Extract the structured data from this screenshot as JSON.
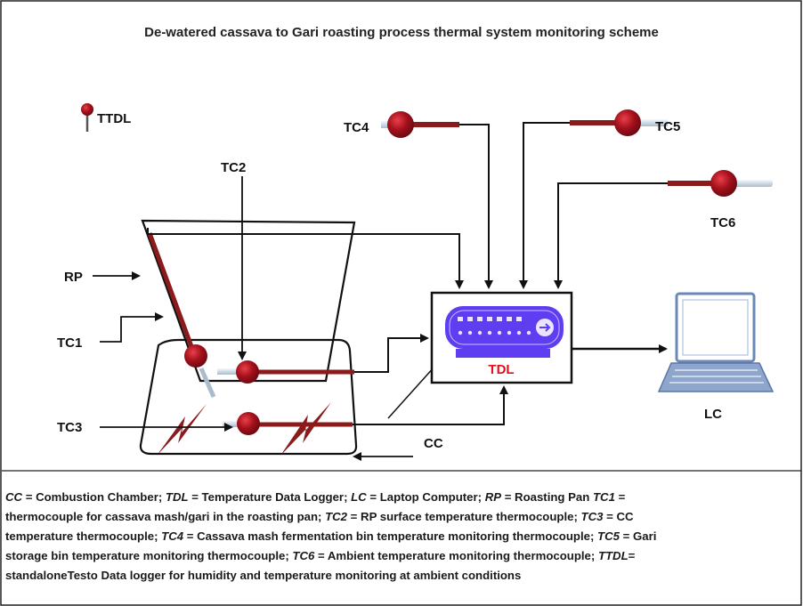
{
  "title": "De-watered cassava to Gari roasting process thermal system monitoring scheme",
  "labels": {
    "ttdl": "TTDL",
    "tc1": "TC1",
    "tc2": "TC2",
    "tc3": "TC3",
    "tc4": "TC4",
    "tc5": "TC5",
    "tc6": "TC6",
    "rp": "RP",
    "cc": "CC",
    "tdl": "TDL",
    "lc": "LC"
  },
  "legend_rows": [
    [
      {
        "term": "CC",
        "def": " = Combustion Chamber;    "
      },
      {
        "term": "TDL",
        "def": " = Temperature Data Logger;    "
      },
      {
        "term": "LC",
        "def": " = Laptop Computer; "
      },
      {
        "term": "RP",
        "def": " = Roasting Pan  "
      },
      {
        "term": "TC1",
        "def": " ="
      }
    ],
    [
      {
        "term": "",
        "def": "thermocouple for cassava mash/gari in the roasting pan;   "
      },
      {
        "term": "TC2",
        "def": " = RP surface temperature thermocouple;     "
      },
      {
        "term": "TC3",
        "def": " = CC"
      }
    ],
    [
      {
        "term": "",
        "def": "temperature thermocouple;    "
      },
      {
        "term": "TC4",
        "def": " = Cassava mash fermentation bin temperature monitoring thermocouple;   "
      },
      {
        "term": "TC5",
        "def": " = Gari"
      }
    ],
    [
      {
        "term": "",
        "def": "storage bin temperature monitoring thermocouple; "
      },
      {
        "term": "TC6",
        "def": " = Ambient temperature monitoring thermocouple; "
      },
      {
        "term": "TTDL",
        "def": "="
      }
    ],
    [
      {
        "term": "",
        "def": "standaloneTesto Data logger for humidity and temperature monitoring at ambient conditions"
      }
    ]
  ],
  "colors": {
    "probe_bulb": "#a5101c",
    "probe_rod": "#8b1a1a",
    "probe_tip": "#d6e4f0",
    "logger_body": "#5f3df0",
    "logger_panel": "#e9e4ff",
    "tdl_label": "#e0101c",
    "laptop": "#6a88b8",
    "line": "#111111"
  },
  "icons": {
    "thermocouple": "thermocouple-probe-icon",
    "logger": "data-logger-icon",
    "laptop": "laptop-icon",
    "pin": "pin-sensor-icon",
    "flame": "flame-icon"
  }
}
